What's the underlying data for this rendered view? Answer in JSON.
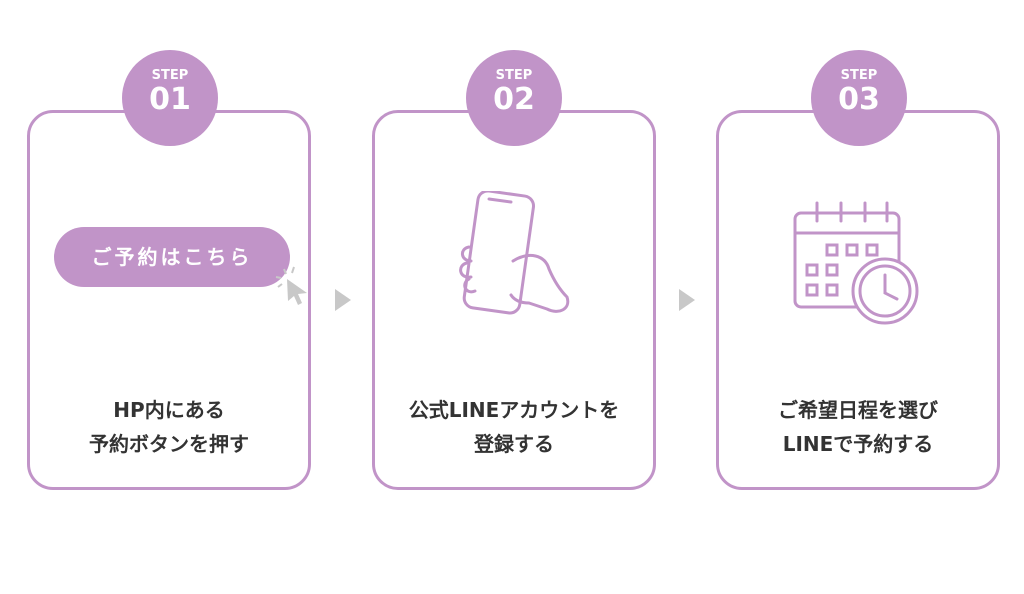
{
  "steps": [
    {
      "step_label": "STEP",
      "number": "01",
      "button_label": "ご予約はこちら",
      "caption_line1": "HP内にある",
      "caption_line2": "予約ボタンを押す",
      "icon": "cursor-click-icon"
    },
    {
      "step_label": "STEP",
      "number": "02",
      "caption_line1": "公式LINEアカウントを",
      "caption_line2": "登録する",
      "icon": "smartphone-hand-icon"
    },
    {
      "step_label": "STEP",
      "number": "03",
      "caption_line1": "ご希望日程を選び",
      "caption_line2": "LINEで予約する",
      "icon": "calendar-clock-icon"
    }
  ],
  "colors": {
    "accent": "#c194c8",
    "arrow": "#c8c8c8",
    "text": "#333333"
  }
}
